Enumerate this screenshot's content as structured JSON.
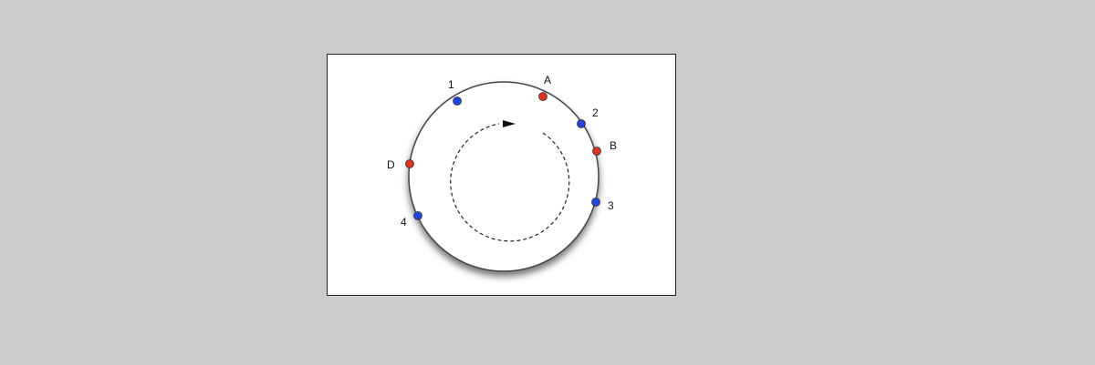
{
  "diagram": {
    "ring": {
      "fill": "#ffffff",
      "stroke": "#444444"
    },
    "arrow": {
      "style": "dashed",
      "direction": "clockwise",
      "color": "#222222"
    },
    "colors": {
      "blue_node": "#2244dd",
      "red_node": "#dd3322"
    },
    "nodes": [
      {
        "id": "1",
        "label": "1",
        "color": "blue"
      },
      {
        "id": "A",
        "label": "A",
        "color": "red"
      },
      {
        "id": "2",
        "label": "2",
        "color": "blue"
      },
      {
        "id": "B",
        "label": "B",
        "color": "red"
      },
      {
        "id": "3",
        "label": "3",
        "color": "blue"
      },
      {
        "id": "4",
        "label": "4",
        "color": "blue"
      },
      {
        "id": "D",
        "label": "D",
        "color": "red"
      }
    ]
  }
}
